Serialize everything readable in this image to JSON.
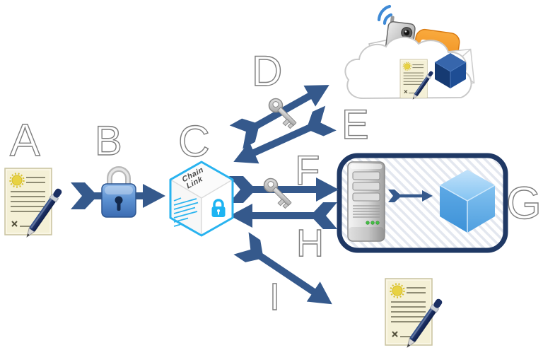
{
  "diagram": {
    "type": "security-flow-diagram",
    "labels": {
      "a": "A",
      "b": "B",
      "c": "C",
      "d": "D",
      "e": "E",
      "f": "F",
      "g": "G",
      "h": "H",
      "i": "I"
    },
    "chain_cube_text": {
      "line1": "Chain",
      "line2": "Link"
    },
    "colors": {
      "arrow": "#35598C",
      "letter_fill": "#FFFFFF",
      "letter_outline": "#7D7D7D",
      "chain_cube_outline": "#29B3EF",
      "chain_cube_accent": "#1DB4F2",
      "trust_box_border": "#1F3864",
      "trust_box_hatch": "#E3E7EF",
      "rss_orange": "#EE8C1A",
      "signal_blue": "#3F8AD6",
      "paper_cream": "#F4F0D6",
      "seal_yellow": "#E8D243",
      "padlock_blue": "#5A8FD0",
      "pen_navy": "#1B2F63",
      "cube_light_blue": "#54A5E2",
      "cube_navy": "#1E4D94",
      "led_green": "#44C044",
      "key_silver": "#C9C9C9",
      "server_gray": "#C4C4C4"
    },
    "icons": {
      "a": "signed-document-icon",
      "b": "padlock-on-arrow-icon",
      "c": "chainlink-cube-icon",
      "d": "key-on-arrow-up-icon",
      "e": "return-arrow-icon",
      "f": "key-on-arrow-right-icon",
      "g": "server-to-cube-trust-boundary",
      "h": "return-arrow-icon",
      "i": "arrow-down-right-icon",
      "cloud": "cloud-with-devices-icon",
      "output": "signed-document-icon"
    }
  }
}
